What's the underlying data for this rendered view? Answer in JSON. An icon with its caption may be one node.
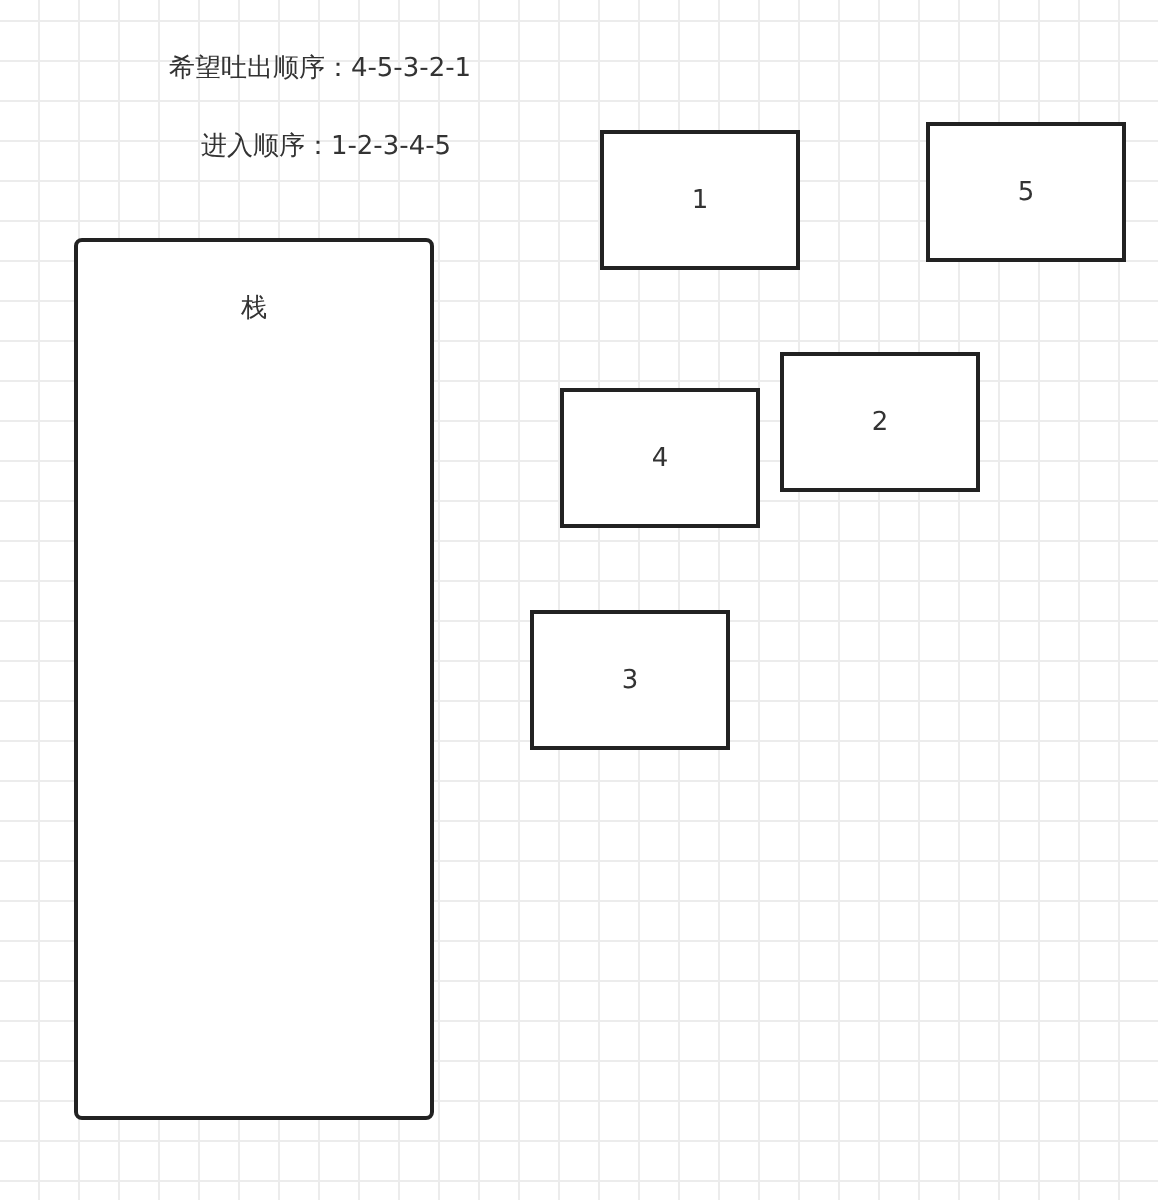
{
  "diagram": {
    "nodes": [
      {
        "text": [
          "1"
        ]
      },
      {
        "text": [
          "5"
        ]
      },
      {
        "text": [
          "栈"
        ]
      },
      {
        "text": [
          "2"
        ]
      },
      {
        "text": [
          "4"
        ]
      },
      {
        "text": [
          "3"
        ]
      }
    ],
    "labels": [
      "希望吐出顺序：4-5-3-2-1",
      "进入顺序：1-2-3-4-5"
    ]
  }
}
